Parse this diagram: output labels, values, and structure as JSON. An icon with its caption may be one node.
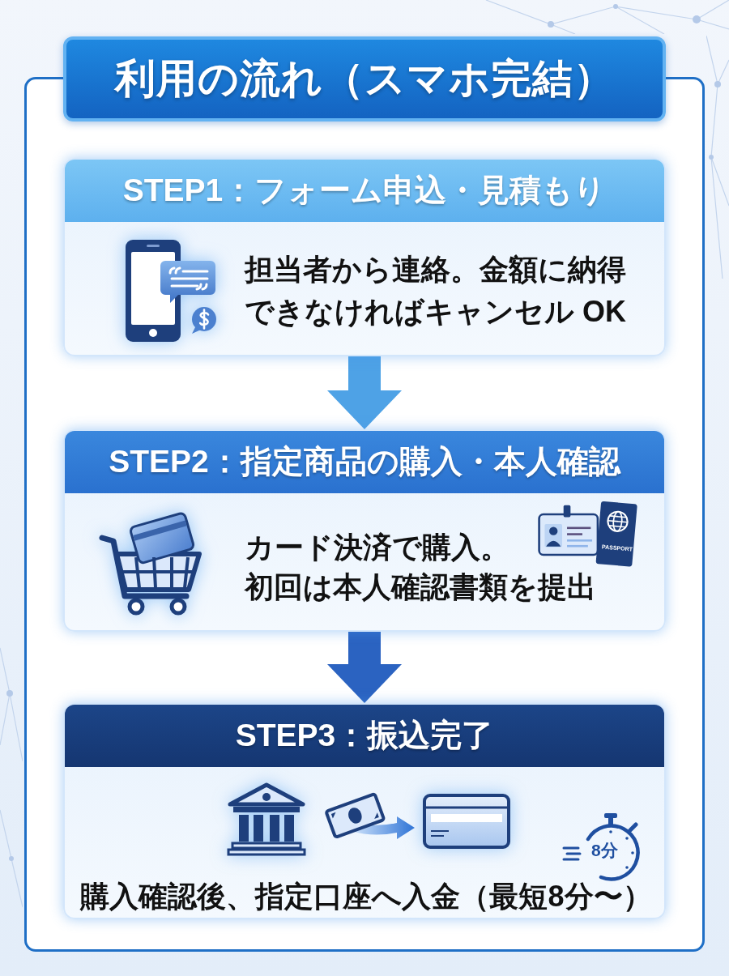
{
  "diagram": {
    "title": "利用の流れ（スマホ完結）",
    "nodes": [
      {
        "text": [
          "STEP1：フォーム申込・見積もり",
          "担当者から連絡。金額に納得できなければキャンセル OK"
        ]
      },
      {
        "text": [
          "STEP2：指定商品の購入・本人確認",
          "カード決済で購入。",
          "初回は本人確認書類を提出"
        ]
      },
      {
        "text": [
          "STEP3：振込完了",
          "購入確認後、指定口座へ入金（最短8分〜）"
        ]
      }
    ],
    "edges": [
      {
        "from": 0,
        "to": 1,
        "arrow": "to",
        "color": "#4ea2e6"
      },
      {
        "from": 1,
        "to": 2,
        "arrow": "to",
        "color": "#2b63c1"
      }
    ],
    "labels": [
      "PASSPORT",
      "8分"
    ]
  }
}
